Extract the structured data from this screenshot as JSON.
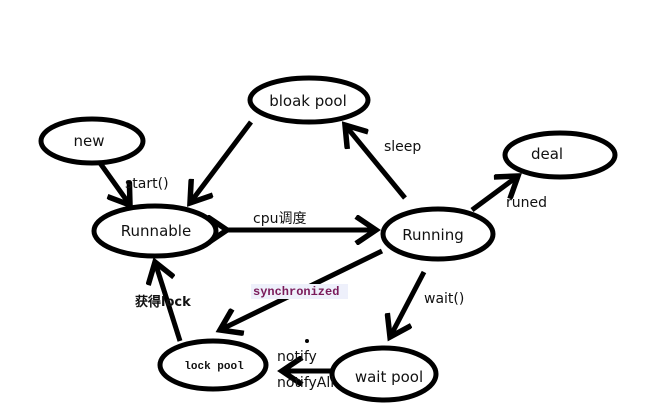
{
  "diagram": {
    "type": "state-diagram",
    "nodes": [
      {
        "id": "new",
        "label": "new"
      },
      {
        "id": "bloak_pool",
        "label": "bloak pool"
      },
      {
        "id": "deal",
        "label": "deal"
      },
      {
        "id": "runnable",
        "label": "Runnable"
      },
      {
        "id": "running",
        "label": "Running"
      },
      {
        "id": "lock_pool",
        "label": "lock pool"
      },
      {
        "id": "wait_pool",
        "label": "wait pool"
      }
    ],
    "edges": [
      {
        "from": "new",
        "to": "runnable",
        "label": "start()"
      },
      {
        "from": "bloak_pool",
        "to": "runnable",
        "label": ""
      },
      {
        "from": "running",
        "to": "bloak_pool",
        "label": "sleep"
      },
      {
        "from": "running",
        "to": "deal",
        "label": "runed"
      },
      {
        "from": "runnable",
        "to": "running",
        "label": "cpu调度",
        "bidirectional": true
      },
      {
        "from": "running",
        "to": "lock_pool",
        "label": "synchronized"
      },
      {
        "from": "lock_pool",
        "to": "runnable",
        "label": "获得lock"
      },
      {
        "from": "running",
        "to": "wait_pool",
        "label": "wait()"
      },
      {
        "from": "wait_pool",
        "to": "lock_pool",
        "label": "notify",
        "label2": "notifyAll"
      }
    ],
    "colors": {
      "stroke": "#000000",
      "sync_text": "#7a1a5a",
      "sync_bg": "#eef0fb"
    }
  }
}
